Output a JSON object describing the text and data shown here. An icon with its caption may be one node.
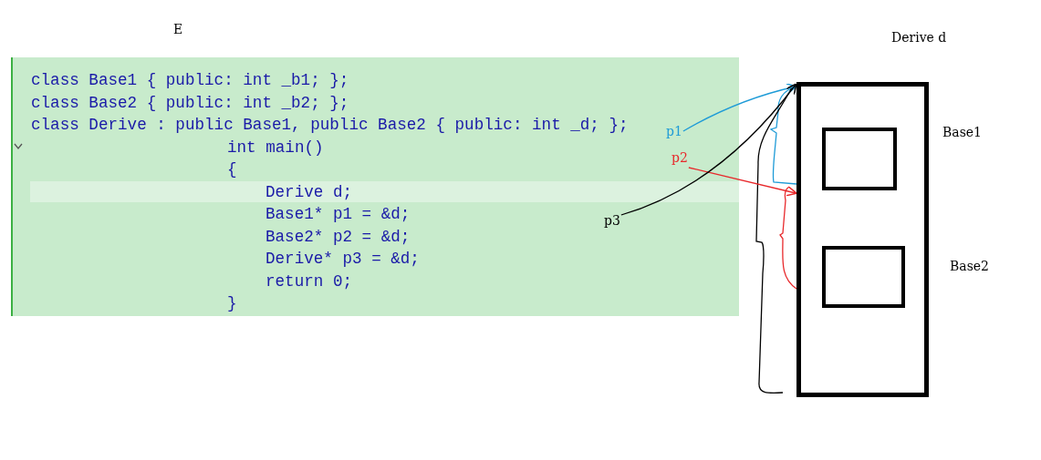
{
  "diagram": {
    "nodes": [
      {
        "text": [],
        "shape": "box"
      },
      {
        "text": [],
        "shape": "box",
        "in": 0
      },
      {
        "text": [],
        "shape": "box",
        "in": 0
      },
      {
        "text": [
          "p1"
        ]
      },
      {
        "text": [
          "p2"
        ]
      },
      {
        "text": [
          "p3"
        ]
      }
    ],
    "edges": [
      {
        "from": 3,
        "to": 0,
        "arrow": "to",
        "color": "#1e9bd7"
      },
      {
        "from": 4,
        "to": 0,
        "arrow": "to",
        "color": "#e8282b"
      },
      {
        "from": 5,
        "to": 0,
        "arrow": "to",
        "color": "#000000"
      }
    ],
    "labels": [
      "E",
      "Derive d",
      "class Base1 { public: int _b1; };",
      "class Base2 { public: int _b2; };",
      "class Derive : public Base1, public Base2 { public: int _d; };",
      "int main()",
      "{",
      "Derive d;",
      "Base1* p1 = &d;",
      "Base2* p2 = &d;",
      "Derive* p3 = &d;",
      "return 0;",
      "}",
      "Base1",
      "Base2"
    ]
  }
}
